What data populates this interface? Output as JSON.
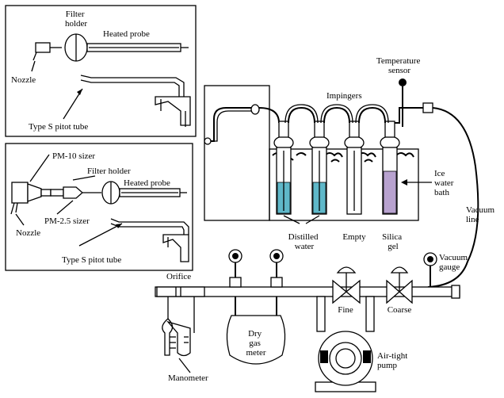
{
  "labels": {
    "filter_holder_top": "Filter\nholder",
    "heated_probe_top": "Heated probe",
    "nozzle_top": "Nozzle",
    "pitot_top": "Type S pitot tube",
    "pm10_sizer": "PM-10 sizer",
    "filter_holder_bottom": "Filter holder",
    "heated_probe_bottom": "Heated probe",
    "pm25_sizer": "PM-2.5 sizer",
    "nozzle_bottom": "Nozzle",
    "pitot_bottom": "Type S pitot tube",
    "temperature_sensor": "Temperature\nsensor",
    "impingers": "Impingers",
    "ice_water_bath": "Ice\nwater\nbath",
    "vacuum_line": "Vacuum\nline",
    "distilled_water": "Distilled\nwater",
    "empty": "Empty",
    "silica_gel": "Silica\ngel",
    "vacuum_gauge": "Vacuum\ngauge",
    "orifice": "Orifice",
    "fine": "Fine",
    "coarse": "Coarse",
    "dry_gas_meter": "Dry\ngas\nmeter",
    "air_tight_pump": "Air-tight\npump",
    "manometer": "Manometer"
  },
  "colors": {
    "line": "#000000",
    "distilled_water": "#5fb8c9",
    "silica_gel": "#b8a2cf",
    "background": "#ffffff"
  }
}
